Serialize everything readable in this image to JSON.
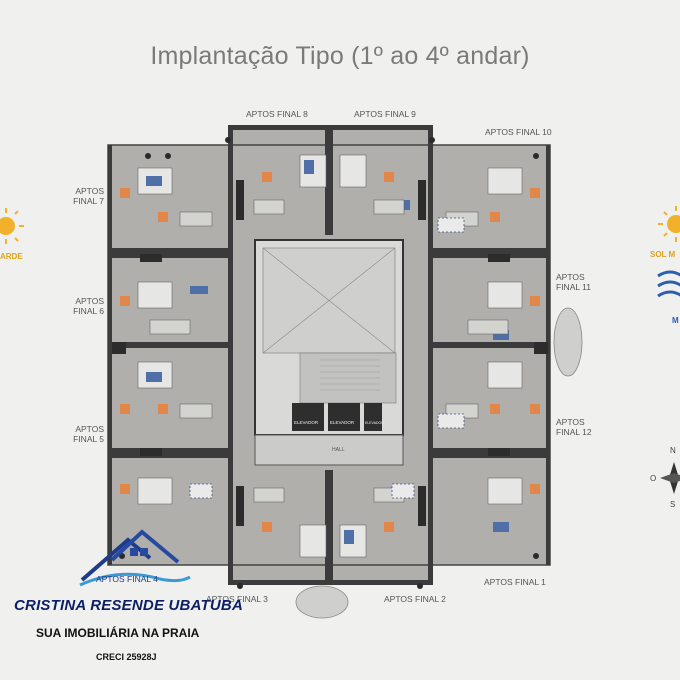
{
  "title": "Implantação Tipo (1º ao 4º andar)",
  "labels": {
    "final8": "APTOS FINAL 8",
    "final9": "APTOS FINAL 9",
    "final10": "APTOS FINAL 10",
    "final7_a": "APTOS",
    "final7_b": "FINAL 7",
    "final6_a": "APTOS",
    "final6_b": "FINAL 6",
    "final5_a": "APTOS",
    "final5_b": "FINAL 5",
    "final11_a": "APTOS",
    "final11_b": "FINAL 11",
    "final12_a": "APTOS",
    "final12_b": "FINAL 12",
    "final1": "APTOS FINAL 1",
    "final2": "APTOS FINAL 2",
    "final3": "APTOS FINAL 3",
    "final4": "APTOS FINAL 4",
    "elevator1": "ELEVADOR",
    "elevator2": "ELEVADOR",
    "elevator3": "ELEVADOR",
    "hall": "HALL"
  },
  "sun": {
    "left_label": "ARDE",
    "right_label": "SOL M",
    "right_wave_label": "M"
  },
  "compass": {
    "n": "N",
    "o": "O",
    "s": "S"
  },
  "brand": {
    "name": "CRISTINA RESENDE UBATUBA",
    "tagline": "SUA IMOBILIÁRIA NA PRAIA",
    "creci": "CRECI 25928J"
  },
  "colors": {
    "floor": "#a9a8a4",
    "walls": "#3d3d3d",
    "accent_orange": "#e2874a",
    "brand_blue": "#0c1f63",
    "sun": "#f2b12a",
    "water": "#2b5fb0"
  }
}
